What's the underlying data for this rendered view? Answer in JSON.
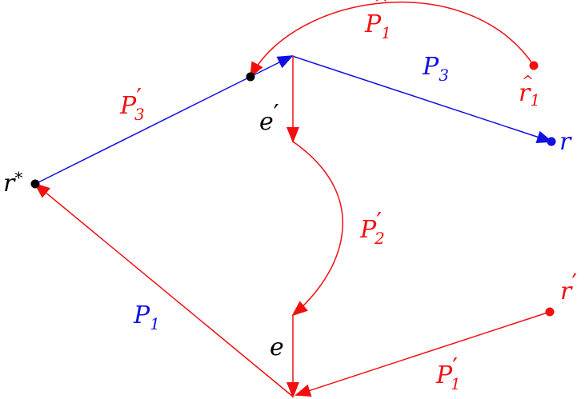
{
  "colors": {
    "red": "#f01010",
    "blue": "#1010e0",
    "black": "#000000"
  },
  "labels": {
    "P_hat_1": {
      "base": "P",
      "sub": "1"
    },
    "P_3": {
      "base": "P",
      "sub": "3"
    },
    "r_hat_1": {
      "base": "r",
      "sub": "1"
    },
    "r": {
      "base": "r"
    },
    "P3_prime": {
      "base": "P",
      "sub": "3",
      "prime": "′"
    },
    "e_prime": {
      "base": "e",
      "prime": "′"
    },
    "r_star": {
      "base": "r",
      "sup": "*"
    },
    "P2_prime": {
      "base": "P",
      "sub": "2",
      "prime": "′"
    },
    "r_prime": {
      "base": "r",
      "prime": "′"
    },
    "P_1": {
      "base": "P",
      "sub": "1"
    },
    "e": {
      "base": "e"
    },
    "P1_prime": {
      "base": "P",
      "sub": "1",
      "prime": "′"
    }
  }
}
